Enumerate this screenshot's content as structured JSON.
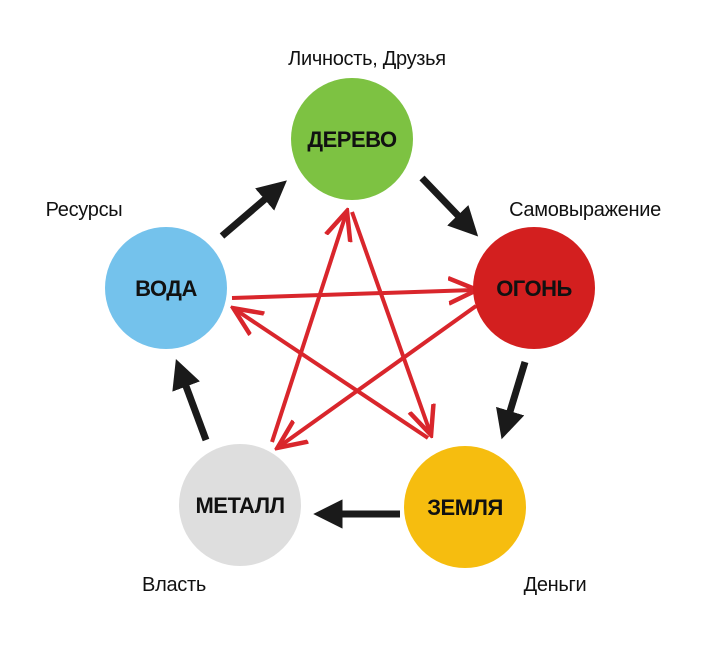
{
  "nodes": {
    "wood": {
      "name": "ДЕРЕВО",
      "caption": "Личность, Друзья",
      "color": "#7dc242",
      "text_color": "#111111"
    },
    "fire": {
      "name": "ОГОНЬ",
      "caption": "Самовыражение",
      "color": "#d31f1f",
      "text_color": "#111111"
    },
    "earth": {
      "name": "ЗЕМЛЯ",
      "caption": "Деньги",
      "color": "#f6bd0f",
      "text_color": "#111111"
    },
    "metal": {
      "name": "МЕТАЛЛ",
      "caption": "Власть",
      "color": "#dedede",
      "text_color": "#111111"
    },
    "water": {
      "name": "ВОДА",
      "caption": "Ресурсы",
      "color": "#74c2ec",
      "text_color": "#111111"
    }
  },
  "colors": {
    "generating_arrow": "#1a1a1a",
    "controlling_arrow": "#d9262c"
  }
}
